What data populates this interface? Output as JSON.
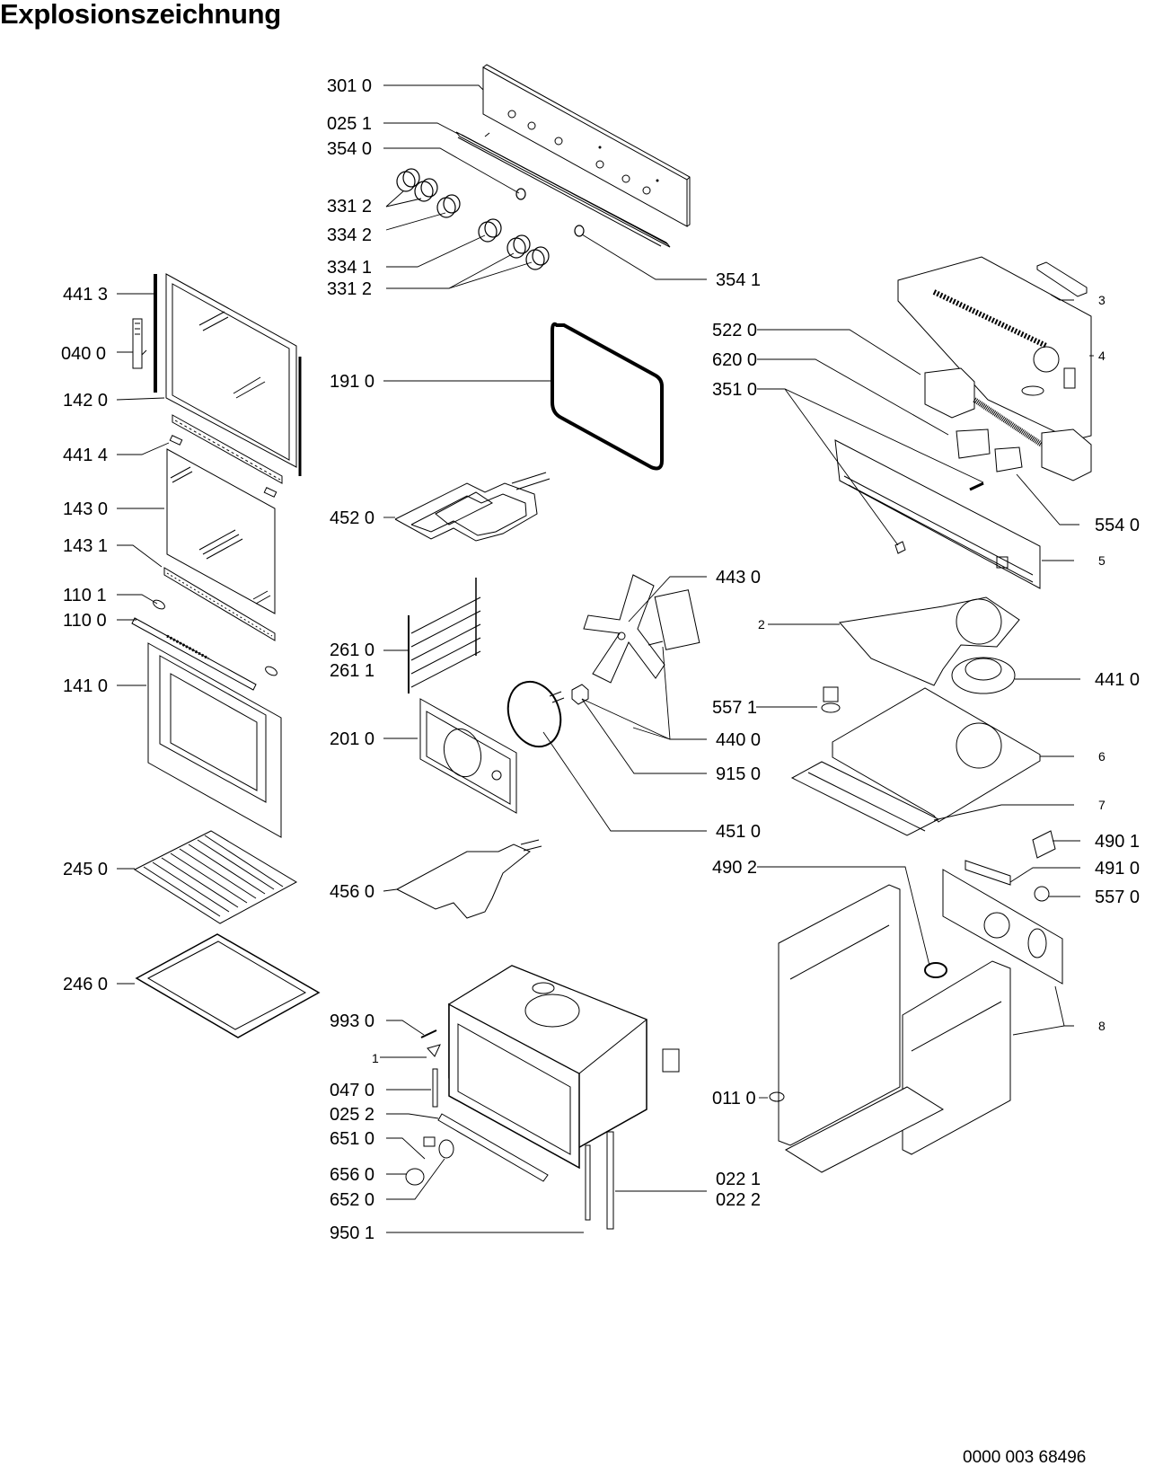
{
  "title": "Explosionszeichnung",
  "document_number": "0000 003 68496",
  "labels": {
    "p3010": "301 0",
    "p0251": "025 1",
    "p3540": "354 0",
    "p3312a": "331 2",
    "p3342": "334 2",
    "p3341": "334 1",
    "p3312b": "331 2",
    "p3541": "354 1",
    "p4413": "441 3",
    "p0400": "040 0",
    "p1420": "142 0",
    "p4414": "441 4",
    "p1430": "143 0",
    "p1431": "143 1",
    "p1101": "110 1",
    "p1100": "110 0",
    "p1410": "141 0",
    "p2450": "245 0",
    "p2460": "246 0",
    "p1910": "191 0",
    "p4520": "452 0",
    "p2610": "261 0",
    "p2611": "261 1",
    "p2010": "201 0",
    "p4560": "456 0",
    "p9930": "993 0",
    "p1": "1",
    "p0470": "047 0",
    "p0252": "025 2",
    "p6510": "651 0",
    "p6560": "656 0",
    "p6520": "652 0",
    "p9501": "950 1",
    "p0221": "022 1",
    "p0222": "022 2",
    "p3": "3",
    "p4": "4",
    "p5220": "522 0",
    "p6200": "620 0",
    "p3510": "351 0",
    "p5540": "554 0",
    "p5": "5",
    "p4430": "443 0",
    "p2": "2",
    "p4410": "441 0",
    "p5571": "557 1",
    "p4400": "440 0",
    "p9150": "915 0",
    "p6": "6",
    "p7": "7",
    "p4510": "451 0",
    "p4901": "490 1",
    "p4902": "490 2",
    "p4910": "491 0",
    "p5570": "557 0",
    "p8": "8",
    "p0110": "011 0"
  }
}
